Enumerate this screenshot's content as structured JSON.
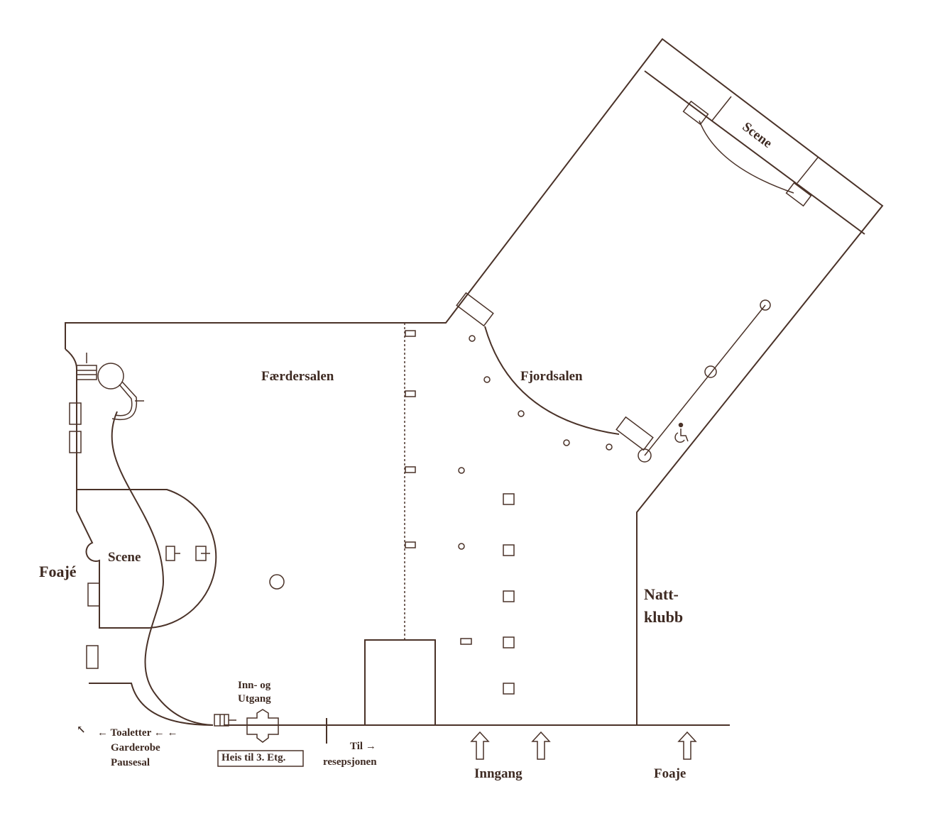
{
  "rooms": {
    "faerdersalen": "Færdersalen",
    "fjordsalen": "Fjordsalen",
    "scene_top": "Scene",
    "scene_left": "Scene",
    "foaje_left": "Foajé",
    "nattklubb_1": "Natt-",
    "nattklubb_2": "klubb"
  },
  "labels": {
    "inn_og": "Inn- og",
    "utgang": "Utgang",
    "heis": "Heis til 3. Etg.",
    "toaletter": "← Toaletter ← ←",
    "garderobe": "Garderobe",
    "pausesal": "Pausesal",
    "til": "Til →",
    "resepsjonen": "resepsjonen",
    "inngang": "Inngang",
    "foaje_bottom": "Foaje",
    "nw_arrow": "↖"
  },
  "colors": {
    "line": "#4a3228",
    "background": "#ffffff"
  }
}
